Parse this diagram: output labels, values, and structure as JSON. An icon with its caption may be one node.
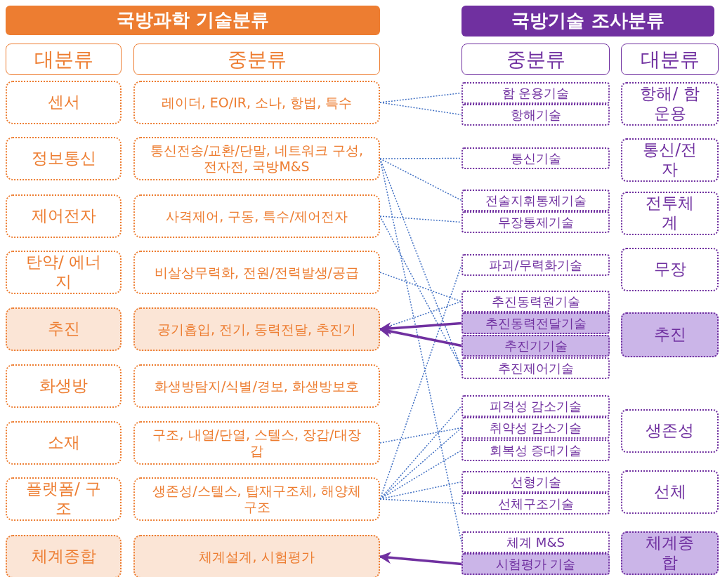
{
  "diagram": {
    "nodes": [
      {
        "text": [
          "국방과학 기술분류"
        ]
      },
      {
        "text": [
          "국방기술 조사분류"
        ]
      },
      {
        "text": [
          "대분류"
        ]
      },
      {
        "text": [
          "중분류"
        ]
      },
      {
        "text": [
          "중분류"
        ]
      },
      {
        "text": [
          "대분류"
        ]
      },
      {
        "text": [
          "센서"
        ]
      },
      {
        "text": [
          "레이더, EO/IR, 소나, 항법, 특수"
        ]
      },
      {
        "text": [
          "정보통신"
        ]
      },
      {
        "text": [
          "통신전송/교환/단말, 네트워크 구성, 전자전, 국방M&S"
        ]
      },
      {
        "text": [
          "제어전자"
        ]
      },
      {
        "text": [
          "사격제어, 구동, 특수/제어전자"
        ]
      },
      {
        "text": [
          "탄약/ 에너지"
        ]
      },
      {
        "text": [
          "비살상무력화, 전원/전력발생/공급"
        ]
      },
      {
        "text": [
          "추진"
        ]
      },
      {
        "text": [
          "공기흡입, 전기, 동력전달, 추진기"
        ]
      },
      {
        "text": [
          "화생방"
        ]
      },
      {
        "text": [
          "화생방탐지/식별/경보, 화생방보호"
        ]
      },
      {
        "text": [
          "소재"
        ]
      },
      {
        "text": [
          "구조, 내열/단열, 스텔스, 장갑/대장갑"
        ]
      },
      {
        "text": [
          "플랫폼/ 구조"
        ]
      },
      {
        "text": [
          "생존성/스텔스, 탑재구조체, 해양체구조"
        ]
      },
      {
        "text": [
          "체계종합"
        ]
      },
      {
        "text": [
          "체계설계, 시험평가"
        ]
      },
      {
        "text": [
          "함 운용기술"
        ]
      },
      {
        "text": [
          "항해기술"
        ]
      },
      {
        "text": [
          "통신기술"
        ]
      },
      {
        "text": [
          "전술지휘통제기술"
        ]
      },
      {
        "text": [
          "무장통제기술"
        ]
      },
      {
        "text": [
          "파괴/무력화기술"
        ]
      },
      {
        "text": [
          "추진동력원기술"
        ]
      },
      {
        "text": [
          "추진동력전달기술"
        ]
      },
      {
        "text": [
          "추진기기술"
        ]
      },
      {
        "text": [
          "추진제어기술"
        ]
      },
      {
        "text": [
          "피격성 감소기술"
        ]
      },
      {
        "text": [
          "취약성 감소기술"
        ]
      },
      {
        "text": [
          "회복성 증대기술"
        ]
      },
      {
        "text": [
          "선형기술"
        ]
      },
      {
        "text": [
          "선체구조기술"
        ]
      },
      {
        "text": [
          "체계 M&S"
        ]
      },
      {
        "text": [
          "시험평가 기술"
        ]
      },
      {
        "text": [
          "항해/ 함운용"
        ]
      },
      {
        "text": [
          "통신/전자"
        ]
      },
      {
        "text": [
          "전투체계"
        ]
      },
      {
        "text": [
          "무장"
        ]
      },
      {
        "text": [
          "추진"
        ]
      },
      {
        "text": [
          "생존성"
        ]
      },
      {
        "text": [
          "선체"
        ]
      },
      {
        "text": [
          "체계종합"
        ]
      }
    ],
    "edges": [
      {
        "from": 7,
        "to": 24,
        "arrow": "none",
        "style": "dashed"
      },
      {
        "from": 7,
        "to": 25,
        "arrow": "none",
        "style": "dashed"
      },
      {
        "from": 9,
        "to": 26,
        "arrow": "none",
        "style": "dashed"
      },
      {
        "from": 9,
        "to": 27,
        "arrow": "none",
        "style": "dashed"
      },
      {
        "from": 9,
        "to": 33,
        "arrow": "none",
        "style": "dashed"
      },
      {
        "from": 9,
        "to": 39,
        "arrow": "none",
        "style": "dashed"
      },
      {
        "from": 11,
        "to": 28,
        "arrow": "none",
        "style": "dashed"
      },
      {
        "from": 11,
        "to": 33,
        "arrow": "none",
        "style": "dashed"
      },
      {
        "from": 13,
        "to": 30,
        "arrow": "none",
        "style": "dashed"
      },
      {
        "from": 15,
        "to": 30,
        "arrow": "none",
        "style": "dashed"
      },
      {
        "from": 19,
        "to": 35,
        "arrow": "none",
        "style": "dashed"
      },
      {
        "from": 21,
        "to": 29,
        "arrow": "none",
        "style": "dashed"
      },
      {
        "from": 21,
        "to": 34,
        "arrow": "none",
        "style": "dashed"
      },
      {
        "from": 21,
        "to": 35,
        "arrow": "none",
        "style": "dashed"
      },
      {
        "from": 21,
        "to": 36,
        "arrow": "none",
        "style": "dashed"
      },
      {
        "from": 21,
        "to": 37,
        "arrow": "none",
        "style": "dashed"
      },
      {
        "from": 21,
        "to": 38,
        "arrow": "none",
        "style": "dashed"
      },
      {
        "from": 31,
        "to": 15,
        "arrow": "to",
        "style": "thick",
        "color": "#7030a0"
      },
      {
        "from": 32,
        "to": 15,
        "arrow": "to",
        "style": "thick",
        "color": "#7030a0"
      },
      {
        "from": 40,
        "to": 23,
        "arrow": "to",
        "style": "thick",
        "color": "#7030a0"
      }
    ]
  }
}
